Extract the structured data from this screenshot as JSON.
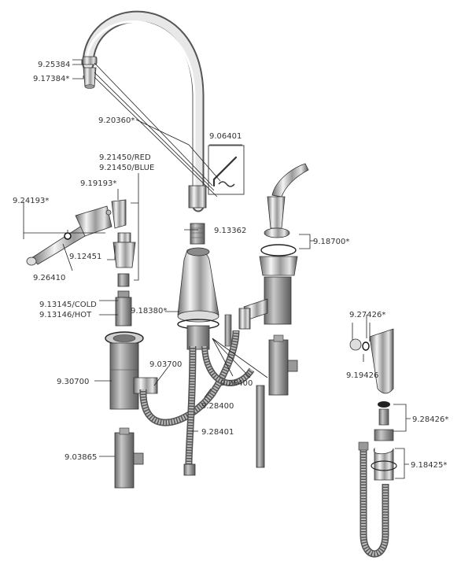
{
  "parts": [
    {
      "id": "p1",
      "number": "9.25384"
    },
    {
      "id": "p2",
      "number": "9.17384*"
    },
    {
      "id": "p3",
      "number": "9.20360*"
    },
    {
      "id": "p4",
      "number": "9.06401"
    },
    {
      "id": "p5",
      "number": "9.21450/RED"
    },
    {
      "id": "p6",
      "number": "9.21450/BLUE"
    },
    {
      "id": "p7",
      "number": "9.19193*"
    },
    {
      "id": "p8",
      "number": "9.24193*"
    },
    {
      "id": "p9",
      "number": "9.12451"
    },
    {
      "id": "p10",
      "number": "9.26410"
    },
    {
      "id": "p11",
      "number": "9.13362"
    },
    {
      "id": "p12",
      "number": "9.18700*"
    },
    {
      "id": "p13",
      "number": "9.13145/COLD"
    },
    {
      "id": "p14",
      "number": "9.13146/HOT"
    },
    {
      "id": "p15",
      "number": "9.18380*"
    },
    {
      "id": "p16",
      "number": "9.27426*"
    },
    {
      "id": "p17",
      "number": "9.19426"
    },
    {
      "id": "p18",
      "number": "9.03700"
    },
    {
      "id": "p19",
      "number": "9.30700"
    },
    {
      "id": "p20",
      "number": "9.26400"
    },
    {
      "id": "p21",
      "number": "9.28400"
    },
    {
      "id": "p22",
      "number": "9.28426*"
    },
    {
      "id": "p23",
      "number": "9.28401"
    },
    {
      "id": "p24",
      "number": "9.03865"
    },
    {
      "id": "p25",
      "number": "9.18425*"
    }
  ]
}
